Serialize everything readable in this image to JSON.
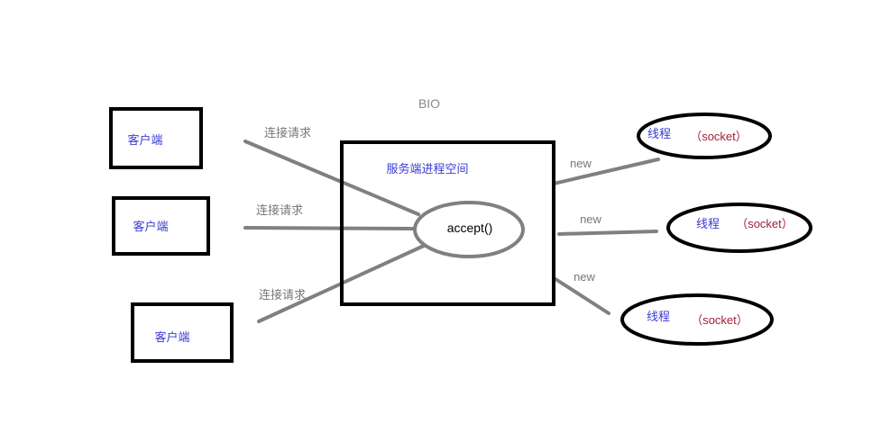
{
  "title": "BIO",
  "clients": [
    {
      "label": "客户端"
    },
    {
      "label": "客户端"
    },
    {
      "label": "客户端"
    }
  ],
  "connection_labels": [
    "连接请求",
    "连接请求",
    "连接请求"
  ],
  "server": {
    "label": "服务端进程空间",
    "accept_label": "accept()"
  },
  "new_labels": [
    "new",
    "new",
    "new"
  ],
  "threads": [
    {
      "label": "线程",
      "socket": "（socket）"
    },
    {
      "label": "线程",
      "socket": "（socket）"
    },
    {
      "label": "线程",
      "socket": "（socket）"
    }
  ],
  "colors": {
    "client_text": "#3a3ad6",
    "thread_text": "#3a3ad6",
    "socket_text": "#a0203a",
    "connector": "#808080",
    "gray_text": "#777777"
  }
}
